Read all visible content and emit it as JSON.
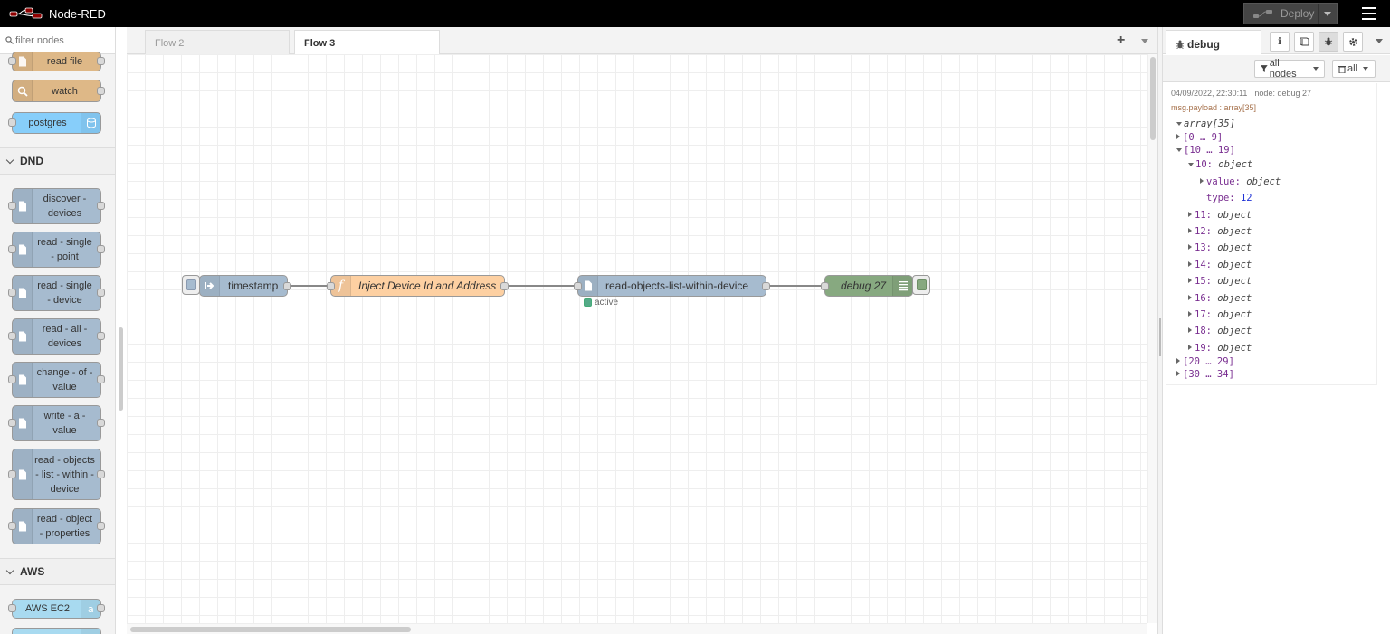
{
  "app": {
    "title": "Node-RED"
  },
  "header": {
    "deploy_label": "Deploy"
  },
  "palette": {
    "search_placeholder": "filter nodes",
    "nodes_top": [
      {
        "label": "read file",
        "color": "#deb887"
      },
      {
        "label": "watch",
        "color": "#deb887"
      },
      {
        "label": "postgres",
        "color": "#87cefa"
      }
    ],
    "categories": [
      {
        "name": "DND",
        "nodes": [
          "discover - devices",
          "read - single - point",
          "read - single - device",
          "read - all - devices",
          "change - of - value",
          "write - a - value",
          "read - objects - list - within - device",
          "read - object - properties"
        ]
      },
      {
        "name": "AWS",
        "nodes": [
          "AWS EC2"
        ]
      }
    ]
  },
  "workspace": {
    "tabs": [
      "Flow 2",
      "Flow 3"
    ],
    "active_tab": "Flow 3",
    "flow_nodes": {
      "inject": "timestamp",
      "function": "Inject Device Id and Address",
      "dnd": "read-objects-list-within-device",
      "dnd_status": "active",
      "debug": "debug 27"
    },
    "colors": {
      "inject": "#a6bbcf",
      "function": "#fdd0a2",
      "debug": "#87a980",
      "dnd": "#a6bbcf"
    }
  },
  "sidebar": {
    "tab_label": "debug",
    "filter_nodes": "all nodes",
    "filter_all": "all",
    "message": {
      "timestamp": "04/09/2022, 22:30:11",
      "node": "node: debug 27",
      "topic": "msg.payload : array[35]",
      "root": "array[35]",
      "range_0": "[0 … 9]",
      "range_1": "[10 … 19]",
      "item_10_key": "10:",
      "obj": "object",
      "value_key": "value:",
      "type_key": "type:",
      "type_val": "12",
      "items": [
        "11:",
        "12:",
        "13:",
        "14:",
        "15:",
        "16:",
        "17:",
        "18:",
        "19:"
      ],
      "range_2": "[20 … 29]",
      "range_3": "[30 … 34]"
    }
  }
}
